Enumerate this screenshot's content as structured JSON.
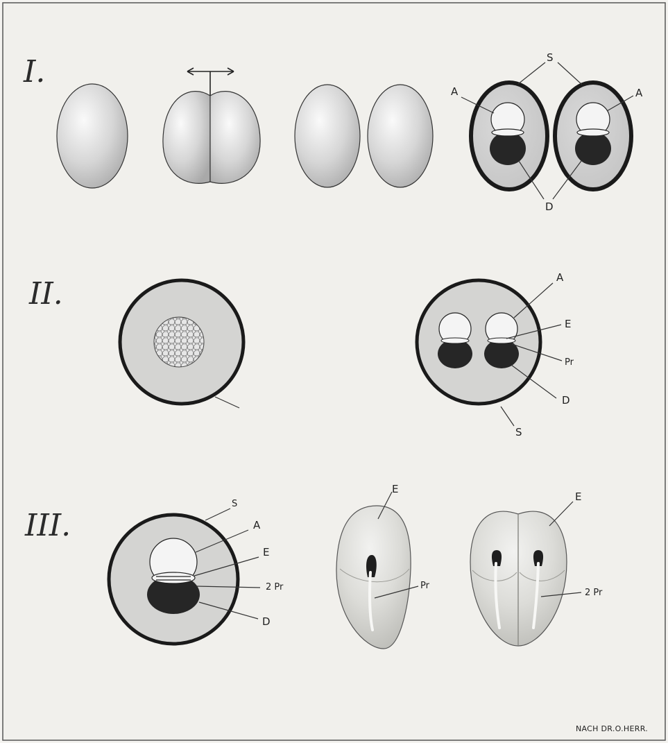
{
  "figure": {
    "sections": [
      "I.",
      "II.",
      "III."
    ],
    "credit": "NACH DR.O.HERR."
  },
  "section_1": {
    "labels": {
      "S": "S",
      "A_left": "A",
      "A_right": "A",
      "D": "D"
    }
  },
  "section_2": {
    "labels": {
      "A": "A",
      "E": "E",
      "Pr": "Pr",
      "D": "D",
      "S": "S"
    }
  },
  "section_3": {
    "labels": {
      "S": "S",
      "A": "A",
      "E": "E",
      "two_Pr": "2 Pr",
      "D": "D",
      "E_mid": "E",
      "Pr_mid": "Pr",
      "E_right": "E",
      "two_Pr_right": "2 Pr"
    }
  }
}
